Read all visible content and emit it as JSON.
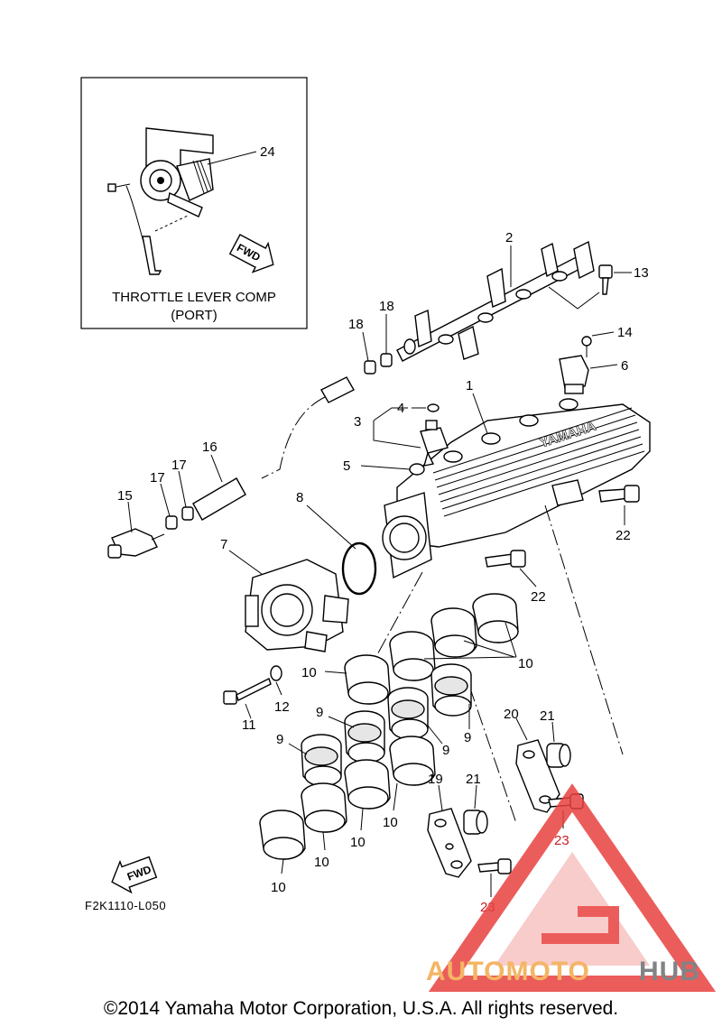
{
  "inset": {
    "title_line1": "THROTTLE LEVER COMP",
    "title_line2": "(PORT)"
  },
  "fwd_label": "FWD",
  "reference_code": "F2K1110-L050",
  "copyright": "©2014 Yamaha Motor Corporation, U.S.A. All rights reserved.",
  "manifold_brand": "YAMAHA",
  "watermark": {
    "part1": "AUTOMOTO",
    "part2": "HUB"
  },
  "callouts": {
    "c24": "24",
    "c2": "2",
    "c13": "13",
    "c18a": "18",
    "c18b": "18",
    "c14": "14",
    "c6": "6",
    "c1": "1",
    "c4": "4",
    "c3": "3",
    "c5": "5",
    "c16": "16",
    "c17a": "17",
    "c17b": "17",
    "c15": "15",
    "c8": "8",
    "c22a": "22",
    "c22b": "22",
    "c7": "7",
    "c10a": "10",
    "c10b": "10",
    "c11": "11",
    "c12": "12",
    "c9a": "9",
    "c9b": "9",
    "c9c": "9",
    "c9d": "9",
    "c20": "20",
    "c21a": "21",
    "c21b": "21",
    "c19": "19",
    "c10c": "10",
    "c10d": "10",
    "c10e": "10",
    "c10f": "10",
    "c23a": "23",
    "c23b": "23"
  },
  "colors": {
    "watermark_red": "#e8413f",
    "watermark_orange": "#f3a94a",
    "watermark_grey": "#6d6e71",
    "callout_red": "#c8202a"
  }
}
